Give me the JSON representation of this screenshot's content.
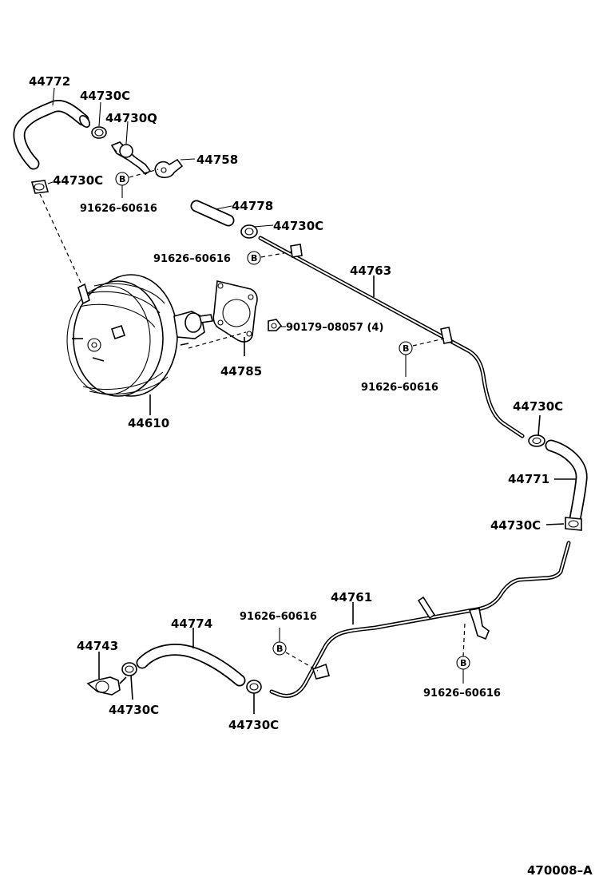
{
  "diagram": {
    "labels": {
      "hose_44772": "44772",
      "clamp_44730c_top": "44730C",
      "valve_44730q": "44730Q",
      "clamp_44730c_left": "44730C",
      "bracket_44758": "44758",
      "clip_91626_top": "91626–60616",
      "hose_44778": "44778",
      "clamp_44730c_mid": "44730C",
      "clip_91626_mid": "91626–60616",
      "pipe_44763": "44763",
      "nut_90179": "90179–08057 (4)",
      "gasket_44785": "44785",
      "clip_91626_right": "91626–60616",
      "booster_44610": "44610",
      "clamp_44730c_r1": "44730C",
      "hose_44771": "44771",
      "clamp_44730c_r2": "44730C",
      "pipe_44761": "44761",
      "clip_91626_bottom": "91626–60616",
      "hose_44774": "44774",
      "check_44743": "44743",
      "clamp_44730c_bl": "44730C",
      "clamp_44730c_bm": "44730C",
      "clip_91626_bottom_right": "91626–60616"
    },
    "clip_symbol": "B",
    "figure_code": "470008–A"
  }
}
